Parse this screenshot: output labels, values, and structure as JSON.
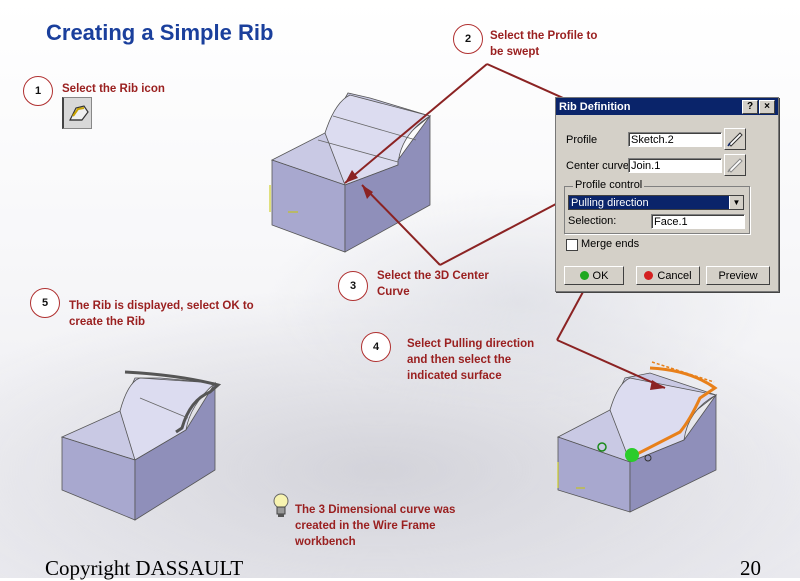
{
  "title": "Creating a Simple Rib",
  "steps": [
    {
      "num": "1",
      "text": "Select the Rib icon"
    },
    {
      "num": "2",
      "text": "Select the Profile to\nbe swept"
    },
    {
      "num": "3",
      "text": "Select the 3D Center\nCurve"
    },
    {
      "num": "4",
      "text": "Select Pulling direction\nand then select the\nindicated surface"
    },
    {
      "num": "5",
      "text": "The Rib is displayed, select OK to\ncreate the Rib"
    }
  ],
  "note": "The 3 Dimensional curve was\ncreated in the Wire Frame\nworkbench",
  "dialog": {
    "title": "Rib Definition",
    "help_btn": "?",
    "close_btn": "×",
    "profile_label": "Profile",
    "profile_value": "Sketch.2",
    "center_label": "Center curve",
    "center_value": "Join.1",
    "group_label": "Profile control",
    "control_value": "Pulling direction",
    "selection_label": "Selection:",
    "selection_value": "Face.1",
    "merge_label": "Merge ends",
    "ok_label": "OK",
    "cancel_label": "Cancel",
    "preview_label": "Preview"
  },
  "colors": {
    "title": "#1a3f9c",
    "step_text": "#9a2020",
    "arrow": "#8b2323",
    "part_face": "#b9b9d9"
  },
  "footer": {
    "copyright": "Copyright DASSAULT",
    "page": "20"
  }
}
